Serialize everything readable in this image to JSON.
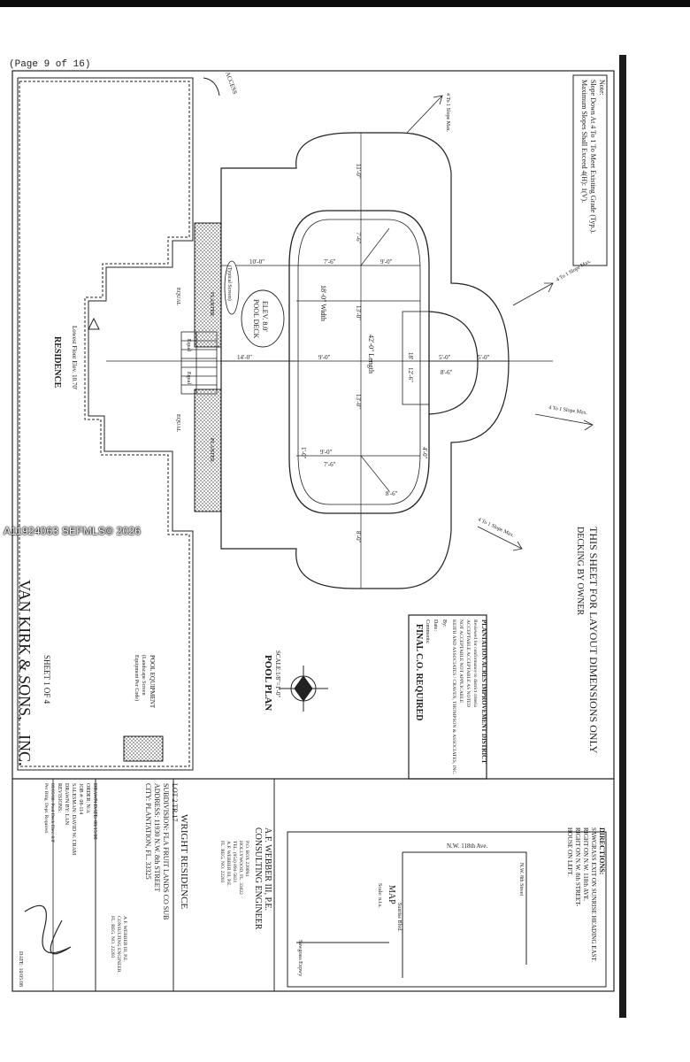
{
  "page_label": "(Page 9 of 16)",
  "watermark": "A11924063 SEFMLS© 2026",
  "note": {
    "title": "Note:",
    "line1": "Slope Down At 4 To 1 To Meet Existing Grade (Typ.).",
    "line2": "Maximum Slopes Shall Exceed 4(H): 1(V)."
  },
  "slope_labels": {
    "a": "4 To 1 Slope Max.",
    "b": "4 To 1 Slope Max.",
    "c": "4 To 1 Slope Max.",
    "d": "4 To 1 Slope Max."
  },
  "access_label": "ACCESS",
  "residence": {
    "title": "RESIDENCE",
    "floor": "Lowest Floor Elev. 10.70'",
    "planter_top": "PLANTER",
    "planter_bottom": "PLANTER",
    "equal_top": "EQUAL",
    "equal_bottom": "EQUAL",
    "equal_a": "Equal",
    "equal_b": "Equal"
  },
  "pool_deck": {
    "line1": "POOL DECK",
    "line2": "ELEV. 8.0'"
  },
  "typical_screen": "(Typical Screen)",
  "pool_dims": {
    "width": "18'-0\" Width",
    "length": "42'-0\" Length",
    "d1": "11'-0\"",
    "d2": "7'-6\"",
    "d3": "13'-0\"",
    "d4": "13'-0\"",
    "d5": "8'-0\"",
    "d6": "10'-0\"",
    "d7": "14'-0\"",
    "d8": "9'-0\"",
    "d9": "7'-6\"",
    "d10": "9'-0\"",
    "d11": "5'-0\"",
    "d12": "5'-0\"",
    "d13": "8'-6\"",
    "d14": "18'",
    "d15": "12'-6\"",
    "d16": "9'-0\"",
    "d17": "7'-6\"",
    "d18": "8'-6\"",
    "d19": "1'-0\"",
    "d20": "4'-0\""
  },
  "pool_plan": {
    "title": "POOL PLAN",
    "scale": "SCALE:1/8\"=1'-0\""
  },
  "layout_note": {
    "line1": "THIS SHEET FOR LAYOUT DIMENSIONS ONLY",
    "line2": "DECKING BY OWNER"
  },
  "pool_equipment": {
    "line1": "POOL EQUIPMENT",
    "line2": "(Landscape Screen",
    "line3": "Equipment Per Code)"
  },
  "sheet": "SHEET 1 OF 4",
  "company": {
    "line1": "VAN KIRK & SONS,",
    "line2": "INC."
  },
  "plantation_stamp": {
    "title": "PLANTATION ACRES IMPROVEMENT DISTRICT",
    "l1": "Reviewed for conformance to district criteria",
    "l2": "ACCEPTABLE        ACCEPTABLE AS NOTED",
    "l3": "NOT ACCEPTABLE     NOT APPLICABLE",
    "l4": "KEITH AND ASSOCIATES / CRAVEN, THOMPSON & ASSOCIATES, INC.",
    "by": "By:",
    "date": "Date:",
    "comments": "Comments:",
    "handwritten1": "FINAL C.O. REQUIRED"
  },
  "directions": {
    "title": "DIRECTIONS:",
    "l1": "SAWGRASS EXIT ON SUNRISE HEADING EAST.",
    "l2": "RIGHT ON N.W. 118th AVE.",
    "l3": "RIGHT ON N.W. 8th STREET-",
    "l4": "HOUSE ON LEFT."
  },
  "map": {
    "title": "MAP",
    "scale": "Scale: n.t.s.",
    "road1": "N.W. 118th Ave.",
    "road2": "N.W. 8th Street",
    "road3": "Sunrise Blvd.",
    "road4": "Sawgrass Expwy"
  },
  "engineer": {
    "name": "A.F. WEBBER III, P.E.",
    "title": "CONSULTING ENGINEER",
    "l1": "P.O. BOX 220094",
    "l2": "HOLLYWOOD, FL. 33022",
    "l3": "TEL. (954) 894-5831",
    "l4": "A.F. WEBBER III, P.E.",
    "l5": "FL. REG. NO. 22203"
  },
  "project": {
    "name": "WRIGHT RESIDENCE",
    "lot": "LOT 2 TR.17",
    "subdivision": "SUBDIVISION: FLA FRUIT LANDS CO SUB",
    "address": "ADDRESS: 11930 N.W. 8th STREET",
    "city": "CITY: PLANTATION, FL. 33325"
  },
  "title_block": {
    "drawn_date": "DRAWN DATE: 08/15/08",
    "order": "ORDER: N/A",
    "job": "JOB #: 08-114",
    "salesman": "SALESMAN: DAVID W. CRAM",
    "drawn_by": "DRAWN BY: LAN",
    "revisions": "REVISIONS:",
    "rev1": "09/05/08: Pool Deck Elev. 8.0'",
    "rev2": "Per Bldg. Dept. Required.",
    "seal1": "A.F. WEBBER III, P.E.",
    "seal2": "CONSULTING ENGINEER",
    "seal3": "FL. REG. NO. 22203",
    "date": "DATE: 10/05/08"
  }
}
